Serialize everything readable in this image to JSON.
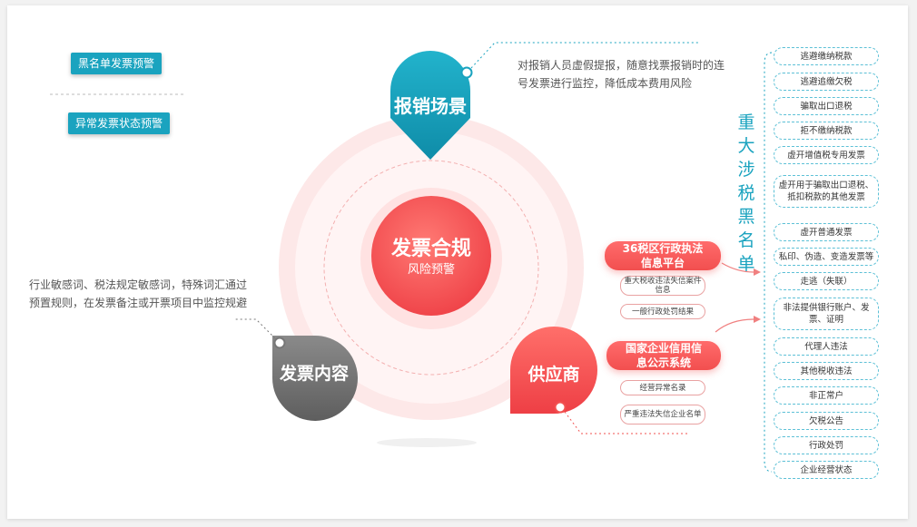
{
  "left_tags": [
    "黑名单发票预警",
    "异常发票状态预警"
  ],
  "center": {
    "title": "发票合规",
    "subtitle": "风险预警"
  },
  "nodes": {
    "expense": "报销场景",
    "content": "发票内容",
    "supplier": "供应商"
  },
  "expense_desc": [
    "对报销人员虚假提报，随意找票报销时的连",
    "号发票进行监控，降低成本费用风险"
  ],
  "content_desc": [
    "行业敏感词、税法规定敏感词，特殊词汇通过",
    "预置规则，在发票备注或开票项目中监控规避"
  ],
  "supplier_sources": [
    {
      "title": "36税区行政执法信息平台",
      "items": [
        "重大税收违法失信案件信息",
        "一般行政处罚结果"
      ]
    },
    {
      "title": "国家企业信用信息公示系统",
      "items": [
        "经营异常名录",
        "严重违法失信企业名单"
      ]
    }
  ],
  "blacklist_title": "重大涉税黑名单",
  "blacklist_items": [
    "逃避缴纳税款",
    "逃避追缴欠税",
    "骗取出口退税",
    "拒不缴纳税款",
    "虚开增值税专用发票",
    "虚开用于骗取出口退税、抵扣税款的其他发票",
    "虚开普通发票",
    "私印、伪造、变造发票等",
    "走逃（失联）",
    "非法提供银行账户、发票、证明",
    "代理人违法",
    "其他税收违法",
    "非正常户",
    "欠税公告",
    "行政处罚",
    "企业经营状态"
  ],
  "colors": {
    "teal": "#1aa3bf",
    "red": "#f2504f",
    "gray": "#7a7a7a",
    "pill_border": "#5cc0d6"
  }
}
